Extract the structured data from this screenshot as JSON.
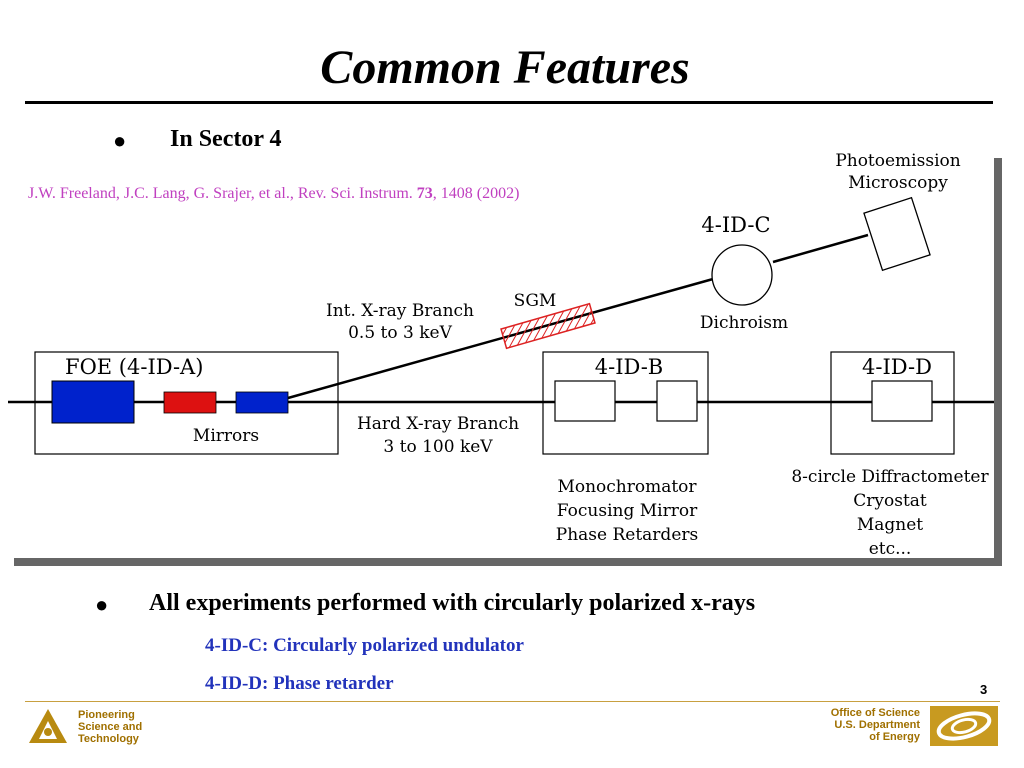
{
  "title": "Common Features",
  "bullet1": "In Sector 4",
  "citation": {
    "prefix": "J.W. Freeland, J.C. Lang, G. Srajer, et al., Rev. Sci. Instrum. ",
    "volume": "73",
    "suffix": ", 1408 (2002)"
  },
  "diagram": {
    "photoemission_line1": "Photoemission",
    "photoemission_line2": "Microscopy",
    "station_c": "4-ID-C",
    "dichroism": "Dichroism",
    "sgm": "SGM",
    "int_branch_line1": "Int. X-ray Branch",
    "int_branch_line2": "0.5 to 3 keV",
    "foe": "FOE (4-ID-A)",
    "mirrors": "Mirrors",
    "hard_branch_line1": "Hard X-ray Branch",
    "hard_branch_line2": "3 to 100 keV",
    "station_b": "4-ID-B",
    "station_d": "4-ID-D",
    "b_items": [
      "Monochromator",
      "Focusing Mirror",
      "Phase Retarders"
    ],
    "d_items": [
      "8-circle Diffractometer",
      "Cryostat",
      "Magnet",
      "etc..."
    ],
    "colors": {
      "blue": "#0022cc",
      "red": "#dd1111",
      "hatch": "#dd2222",
      "shadow": "#666666"
    }
  },
  "bullet2": "All experiments performed with circularly polarized x-rays",
  "sub1": "4-ID-C: Circularly polarized undulator",
  "sub2": "4-ID-D: Phase retarder",
  "page_number": "3",
  "footer": {
    "left_line1": "Pioneering",
    "left_line2": "Science and",
    "left_line3": "Technology",
    "right_line1": "Office of Science",
    "right_line2": "U.S. Department",
    "right_line3": "of Energy",
    "left_logo_icon": "argonne-logo-icon",
    "right_logo_icon": "doe-logo-icon"
  }
}
